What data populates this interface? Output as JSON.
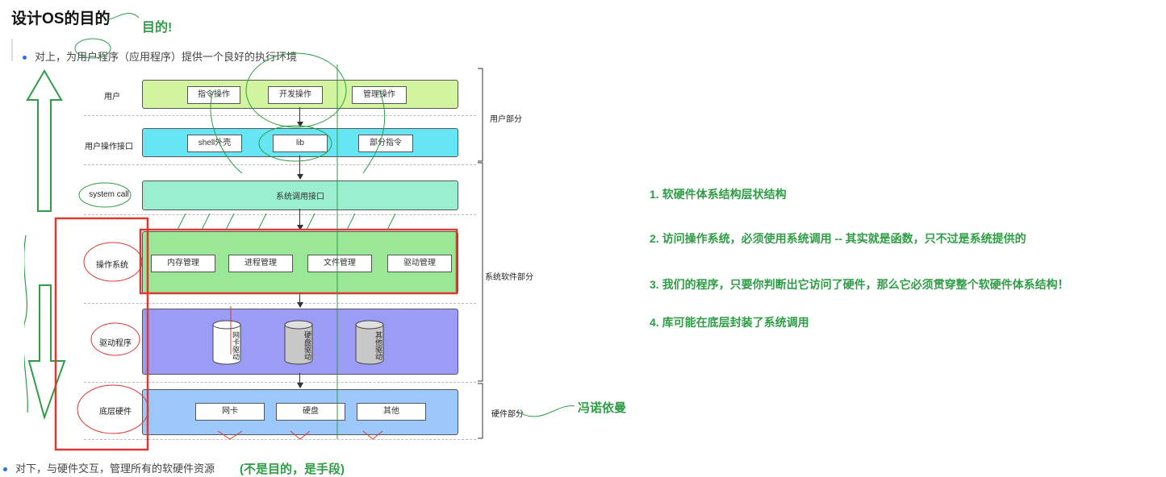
{
  "header": {
    "title": "设计OS的目的",
    "title_note": "目的!",
    "bullet_top": "对上，为用户程序（应用程序）提供一个良好的执行环境",
    "bullet_bottom": "对下，与硬件交互，管理所有的软硬件资源",
    "bullet_bottom_note": "(不是目的，是手段)"
  },
  "diagram": {
    "rows": [
      {
        "label": "用户",
        "boxes": [
          "指令操作",
          "开发操作",
          "管理操作"
        ],
        "color": "#d4f5a0"
      },
      {
        "label": "用户操作接口",
        "boxes": [
          "shell外壳",
          "lib",
          "部分指令"
        ],
        "color": "#66e6f5"
      },
      {
        "label": "system call",
        "boxes": [
          "系统调用接口"
        ],
        "color": "#99efcf"
      },
      {
        "label": "操作系统",
        "boxes": [
          "内存管理",
          "进程管理",
          "文件管理",
          "驱动管理"
        ],
        "color": "#9ae896"
      },
      {
        "label": "驱动程序",
        "cylinders": [
          "网卡驱动",
          "硬盘驱动",
          "其他驱动"
        ],
        "color": "#9a9cf5"
      },
      {
        "label": "底层硬件",
        "boxes": [
          "网卡",
          "硬盘",
          "其他"
        ],
        "color": "#9cc8fb"
      }
    ],
    "brackets": {
      "user_part": "用户部分",
      "system_part": "系统软件部分",
      "hardware_part": "硬件部分"
    },
    "hardware_note": "冯诺依曼",
    "colors": {
      "annotation_green": "#2e9d45",
      "annotation_red": "#d93a33"
    }
  },
  "notes": [
    "1. 软硬件体系结构层状结构",
    "2. 访问操作系统，必须使用系统调用 -- 其实就是函数，只不过是系统提供的",
    "3.  我们的程序，只要你判断出它访问了硬件，那么它必须贯穿整个软硬件体系结构！",
    "4.  库可能在底层封装了系统调用"
  ]
}
